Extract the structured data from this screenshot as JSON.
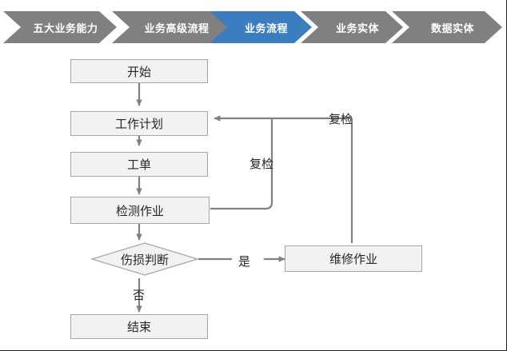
{
  "breadcrumb": {
    "items": [
      {
        "label": "五大业务能力",
        "active": false
      },
      {
        "label": "业务高级流程",
        "active": false
      },
      {
        "label": "业务流程",
        "active": true
      },
      {
        "label": "业务实体",
        "active": false
      },
      {
        "label": "数据实体",
        "active": false
      }
    ],
    "colors": {
      "inactive": "#808080",
      "active": "#3C7DBF",
      "text": "#FFFFFF"
    }
  },
  "flow": {
    "colors": {
      "node_fill": "#F2F2F2",
      "node_border": "#A6A6A6",
      "connector": "#808080",
      "text": "#262626"
    },
    "nodes": [
      {
        "id": "start",
        "label": "开始",
        "shape": "box"
      },
      {
        "id": "workplan",
        "label": "工作计划",
        "shape": "box"
      },
      {
        "id": "workorder",
        "label": "工单",
        "shape": "box"
      },
      {
        "id": "inspect",
        "label": "检测作业",
        "shape": "box"
      },
      {
        "id": "decision",
        "label": "伤损判断",
        "shape": "diamond"
      },
      {
        "id": "repair",
        "label": "维修作业",
        "shape": "box"
      },
      {
        "id": "end",
        "label": "结束",
        "shape": "box"
      }
    ],
    "edge_labels": [
      {
        "id": "recheck-top",
        "label": "复检"
      },
      {
        "id": "recheck-middle",
        "label": "复检"
      },
      {
        "id": "yes",
        "label": "是"
      },
      {
        "id": "no",
        "label": "否"
      }
    ]
  }
}
